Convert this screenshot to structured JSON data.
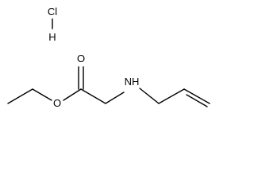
{
  "molecule": {
    "atoms": {
      "chlorine": "Cl",
      "hydrogen": "H",
      "carbonyl_oxygen": "O",
      "ester_oxygen": "O",
      "amine_nitrogen": "NH"
    }
  }
}
